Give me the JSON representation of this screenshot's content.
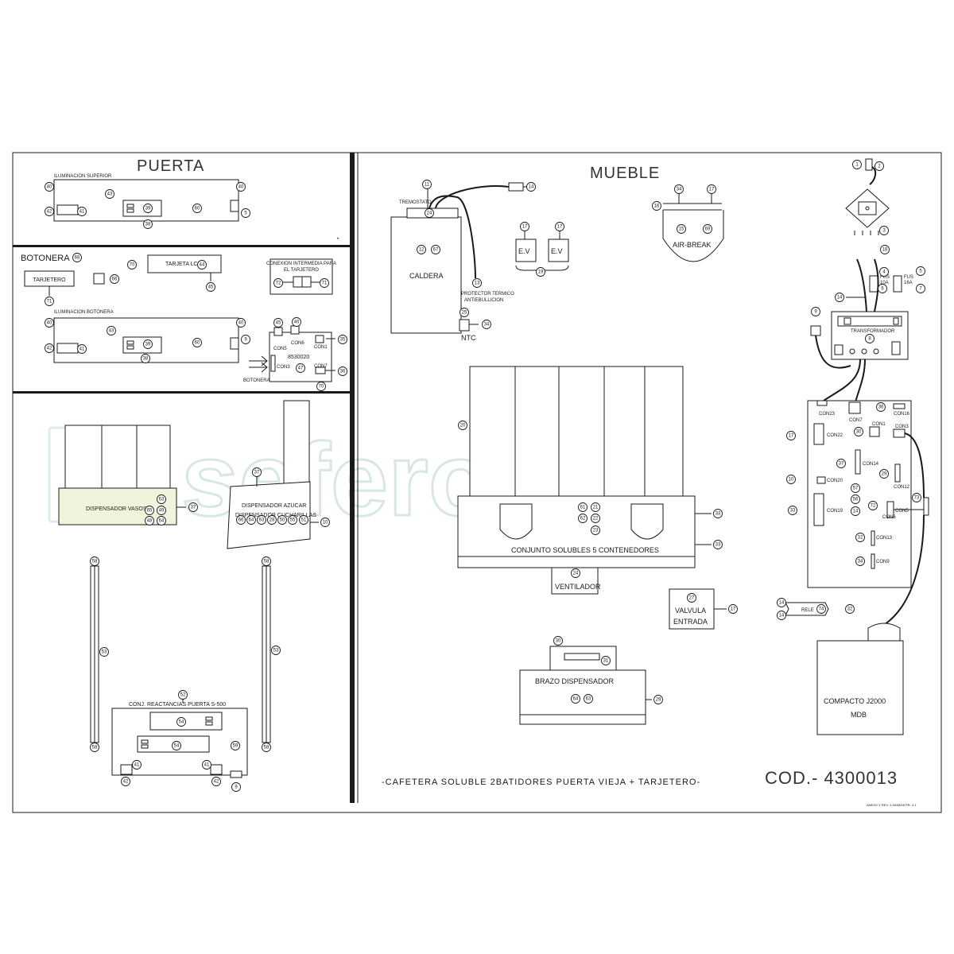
{
  "watermark": "seferoven",
  "sections": {
    "puerta": "PUERTA",
    "mueble": "MUEBLE",
    "botonera": "BOTONERA"
  },
  "puerta": {
    "ilum_superior": "ILUMINACION SUPERIOR",
    "dot": "•"
  },
  "botonera": {
    "tarjetero": "TARJETERO",
    "tarjeta_lcd": "TARJETA LCD",
    "conexion_line1": "CONEXION INTERMEDIA PARA",
    "conexion_line2": "EL TARJETERO",
    "ilum_botonera": "ILUMINACION BOTONERA",
    "board_code": "8530020",
    "con5": "CON5",
    "con6": "CON6",
    "con1": "CON1",
    "con3": "CON3",
    "con7": "CON7",
    "botonera_arrow": "BOTONERA"
  },
  "lower_left": {
    "dispensador_vasos": "DISPENSADOR VASOS",
    "dispensador_azucar": "DISPENSADOR AZUCAR",
    "dispensador_cucharillas": "DISPENSADOR CUCHARILLAS",
    "reactancias": "CONJ. REACTANCIAS PUERTA S-500"
  },
  "mueble": {
    "tremostato": "TREMOSTATO",
    "caldera": "CALDERA",
    "protector_line1": "PROTECTOR TERMICO",
    "protector_line2": "ANTIEBULLICION",
    "ntc": "NTC",
    "ev": "E.V",
    "air_break": "AIR-BREAK",
    "conjunto_solubles": "CONJUNTO SOLUBLES 5 CONTENEDORES",
    "ventilador": "VENTILADOR",
    "valvula_line1": "VALVULA",
    "valvula_line2": "ENTRADA",
    "brazo": "BRAZO DISPENSADOR",
    "transformador": "TRANSFORMADOR",
    "fus_10a_line1": "FUS",
    "fus_10a_line2": "10A",
    "fus_16a_line1": "FUS",
    "fus_16a_line2": "16A",
    "rele": "RELE",
    "compacto_line1": "COMPACTO J2000",
    "compacto_line2": "MDB",
    "connectors": {
      "con23": "CON23",
      "con7": "CON7",
      "con16": "CON16",
      "con1": "CON1",
      "con3": "CON3",
      "con22": "CON22",
      "con14": "CON14",
      "con12": "CON12",
      "con20": "CON20",
      "con19": "CON19",
      "con5": "CON5",
      "con6": "CON6",
      "con13": "CON13",
      "con9": "CON9"
    }
  },
  "footer": {
    "title": "-CAFETERA SOLUBLE 2BATIDORES PUERTA VIEJA + TARJETERO-",
    "code": "COD.-  4300013",
    "revision": "ANEXO X REV. 3 28/08/08 PR- 4.1"
  },
  "bubbles": {
    "ilum_superior": [
      "40",
      "43",
      "40",
      "42",
      "41",
      "39",
      "60",
      "38",
      "5"
    ],
    "botonera": [
      "68",
      "70",
      "44",
      "45",
      "66",
      "71",
      "72",
      "71"
    ],
    "ilum_botonera": [
      "40",
      "43",
      "40",
      "42",
      "41",
      "39",
      "60",
      "38",
      "9"
    ],
    "board": [
      "45",
      "46",
      "35",
      "47",
      "36",
      "70"
    ],
    "vasos": [
      "63",
      "65",
      "49",
      "48",
      "64",
      "37"
    ],
    "azucar": [
      "37",
      "66",
      "64",
      "63",
      "28",
      "50",
      "55",
      "51",
      "10"
    ],
    "reactancias": [
      "58",
      "53",
      "58",
      "58",
      "53",
      "58",
      "52",
      "54",
      "54",
      "59",
      "41",
      "41",
      "42",
      "42",
      "9"
    ],
    "caldera": [
      "11",
      "14",
      "24",
      "12",
      "67",
      "13",
      "25",
      "34"
    ],
    "ev": [
      "17",
      "17",
      "19"
    ],
    "air_break": [
      "34",
      "17",
      "16",
      "15",
      "69"
    ],
    "solubles": [
      "20",
      "61",
      "21",
      "62",
      "22",
      "23",
      "33",
      "33",
      "24"
    ],
    "valvula": [
      "27",
      "17"
    ],
    "brazo": [
      "30",
      "31",
      "64",
      "63",
      "29"
    ],
    "power": [
      "1",
      "2",
      "3",
      "18",
      "4",
      "5",
      "6",
      "7",
      "14",
      "8",
      "9"
    ],
    "board_main": [
      "36",
      "17",
      "30",
      "37",
      "29",
      "10",
      "57",
      "56",
      "14",
      "72",
      "73",
      "33",
      "32",
      "34"
    ],
    "rele": [
      "14",
      "14",
      "74",
      "32"
    ]
  }
}
